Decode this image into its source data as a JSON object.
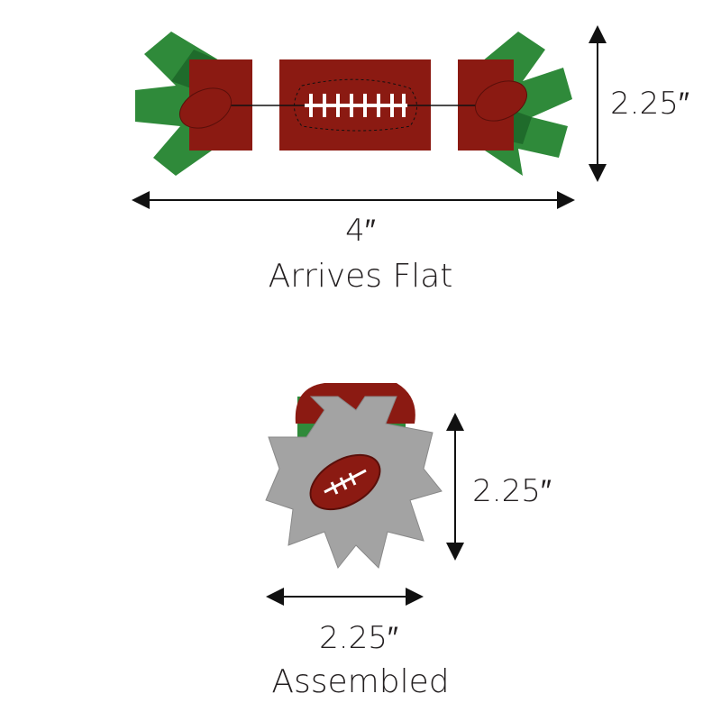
{
  "flat": {
    "height_label": "2.25″",
    "width_label": "4″",
    "caption": "Arrives Flat"
  },
  "assembled": {
    "height_label": "2.25″",
    "width_label": "2.25″",
    "caption": "Assembled"
  },
  "colors": {
    "leather": "#8b1a12",
    "grass": "#2f8a3a",
    "grass_dark": "#1f6b2b",
    "stripe": "#ffffff",
    "gray": "#a3a3a3"
  }
}
